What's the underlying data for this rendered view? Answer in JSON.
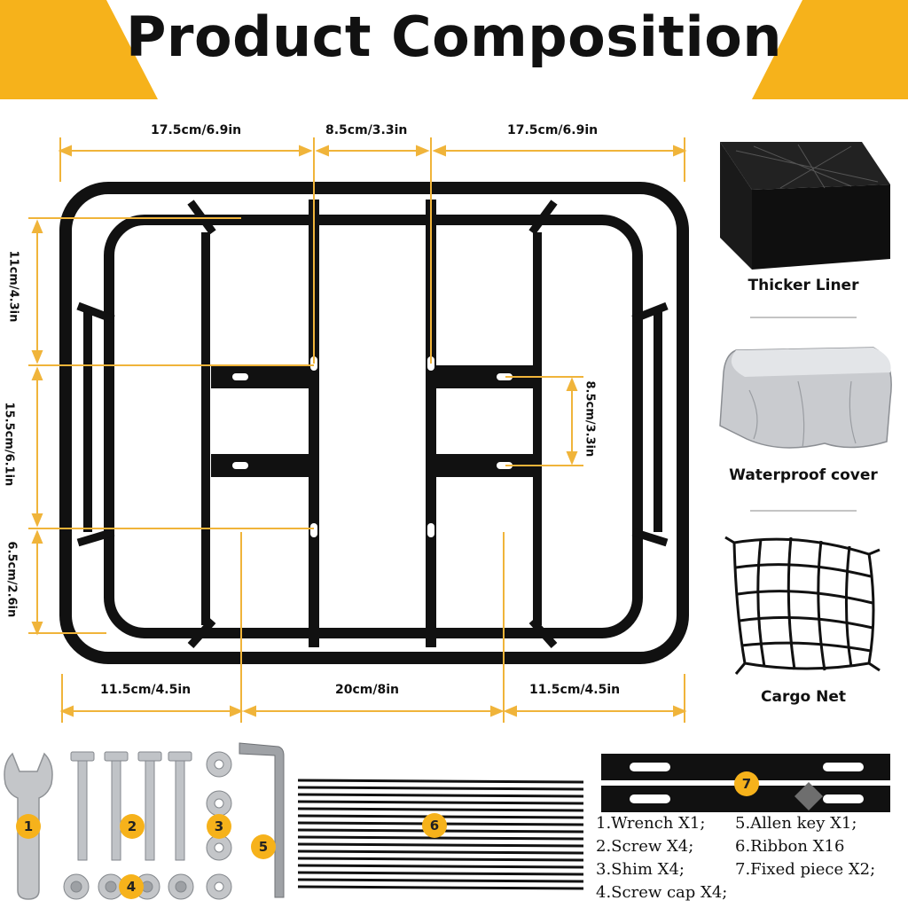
{
  "title": "Product Composition",
  "colors": {
    "accent": "#f6b21b",
    "frame": "#111111",
    "dim_line": "#f0b43a"
  },
  "dimensions": {
    "top": [
      "17.5cm/6.9in",
      "8.5cm/3.3in",
      "17.5cm/6.9in"
    ],
    "bottom": [
      "11.5cm/4.5in",
      "20cm/8in",
      "11.5cm/4.5in"
    ],
    "left": [
      "11cm/4.3in",
      "15.5cm/6.1in",
      "6.5cm/2.6in"
    ],
    "inner": "8.5cm/3.3in"
  },
  "accessories": [
    {
      "label": "Thicker Liner",
      "icon": "liner-icon"
    },
    {
      "label": "Waterproof cover",
      "icon": "cover-icon"
    },
    {
      "label": "Cargo Net",
      "icon": "cargo-net-icon"
    }
  ],
  "parts": [
    {
      "badge": "1",
      "icon": "wrench-icon"
    },
    {
      "badge": "2",
      "icon": "screw-icon"
    },
    {
      "badge": "3",
      "icon": "shim-icon"
    },
    {
      "badge": "4",
      "icon": "screw-cap-icon"
    },
    {
      "badge": "5",
      "icon": "allen-key-icon"
    },
    {
      "badge": "6",
      "icon": "ribbon-icon"
    },
    {
      "badge": "7",
      "icon": "fixed-piece-icon"
    }
  ],
  "legend": [
    [
      "1.Wrench X1;",
      "5.Allen key X1;"
    ],
    [
      "2.Screw X4;",
      "6.Ribbon X16"
    ],
    [
      "3.Shim X4;",
      "7.Fixed piece X2;"
    ],
    [
      "4.Screw cap X4;",
      ""
    ]
  ]
}
